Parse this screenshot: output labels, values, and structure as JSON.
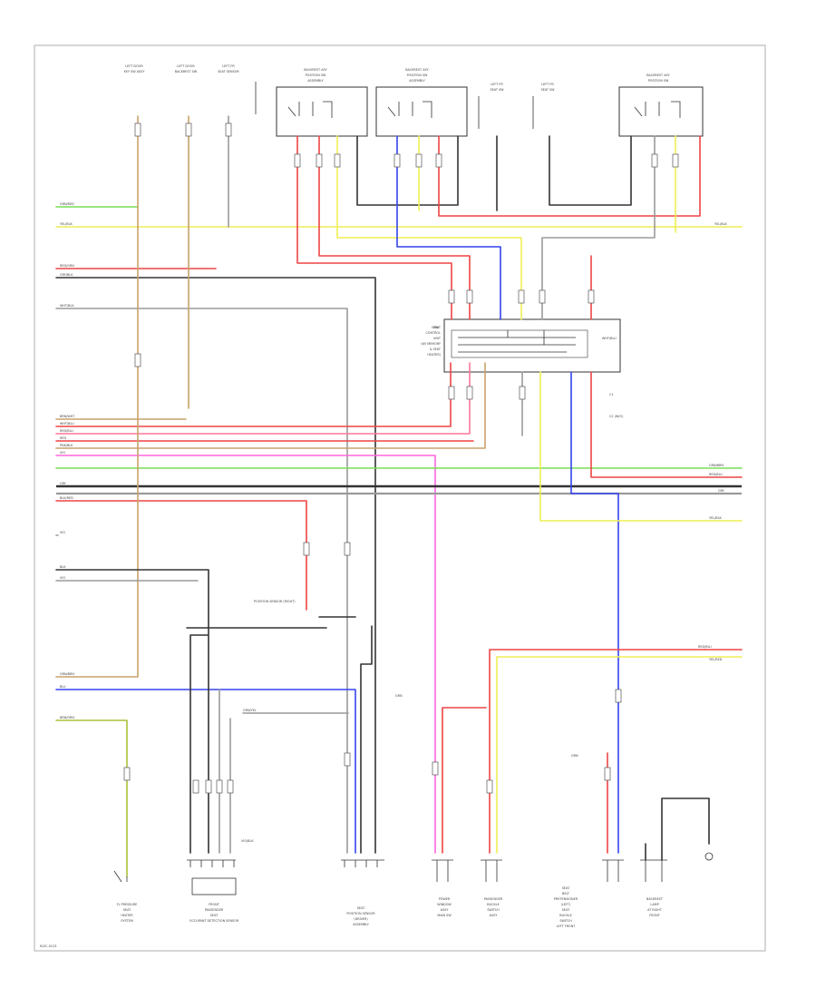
{
  "diagram": {
    "page_ref": "ELEC-0123",
    "colors": {
      "red": "#ee4444",
      "pink": "#ff7799",
      "green": "#77dd55",
      "yellow": "#eeee55",
      "tan": "#c8a26a",
      "gray": "#9a9a9a",
      "dark": "#333333",
      "blue": "#3344ee",
      "magenta": "#ff66dd",
      "olive": "#a8c23a"
    },
    "top_components": [
      {
        "id": "c1",
        "lines": [
          "LEFT DOOR",
          "KEY SW ASSY"
        ]
      },
      {
        "id": "c2",
        "lines": [
          "LEFT DOOR",
          "BACKREST SW"
        ]
      },
      {
        "id": "c3",
        "lines": [
          "LEFT FR",
          "SEAT SENSOR"
        ]
      },
      {
        "id": "c4",
        "lines": [
          "BACKREST ASY",
          "POSITION SW",
          "ASSEMBLY"
        ]
      },
      {
        "id": "c5",
        "lines": [
          "BACKREST ASY",
          "POSITION SW",
          "ASSEMBLY"
        ]
      },
      {
        "id": "c6",
        "lines": [
          "LEFT FR",
          "SEAT SW"
        ]
      },
      {
        "id": "c7",
        "lines": [
          "LEFT FR",
          "SEAT SW"
        ]
      },
      {
        "id": "c8",
        "lines": [
          "BACKREST ASY",
          "POSITION SW"
        ]
      }
    ],
    "left_labels": [
      {
        "id": "l1",
        "text": "GRN/RED"
      },
      {
        "id": "l2",
        "text": "YEL/BLK"
      },
      {
        "id": "l3",
        "text": "RED/GRN"
      },
      {
        "id": "l4",
        "text": "GRY/BLK"
      },
      {
        "id": "l5",
        "text": "WHT/BLK"
      },
      {
        "id": "l6",
        "text": "BRN/WHT"
      },
      {
        "id": "l7",
        "text": "WHT/BLU"
      },
      {
        "id": "l8",
        "text": "RED/BLU"
      },
      {
        "id": "l9",
        "text": "RED"
      },
      {
        "id": "l10",
        "text": "PNK/BLK"
      },
      {
        "id": "l11",
        "text": "VIO"
      },
      {
        "id": "l12",
        "text": "GRY"
      },
      {
        "id": "l13",
        "text": "BLK/RED"
      },
      {
        "id": "l14",
        "text": "VIO"
      },
      {
        "id": "l15",
        "text": "BLK"
      },
      {
        "id": "l16",
        "text": "VIO"
      },
      {
        "id": "l17",
        "text": "GRN/BRN"
      },
      {
        "id": "l18",
        "text": "BLU"
      },
      {
        "id": "l19",
        "text": "BRN/GRN"
      }
    ],
    "right_labels": [
      {
        "id": "r1",
        "text": "YEL/BLK"
      },
      {
        "id": "r2",
        "text": "GRN/BRN"
      },
      {
        "id": "r3",
        "text": "RED/BLU"
      },
      {
        "id": "r4",
        "text": "GRY"
      },
      {
        "id": "r5",
        "text": "YEL/BLK"
      },
      {
        "id": "r6",
        "text": "RED/BLU"
      },
      {
        "id": "r7",
        "text": "YEL/RED"
      }
    ],
    "central_module": {
      "lines": [
        "SEAT",
        "CONTROL",
        "UNIT",
        "(W/ MEMORY",
        "& SEAT",
        "HEATER)"
      ]
    },
    "junction_notes": [
      {
        "id": "j1",
        "text": "C1"
      },
      {
        "id": "j2",
        "text": "C2 (W/O)"
      },
      {
        "id": "j3",
        "text": "GRN"
      }
    ],
    "bottom_components": [
      {
        "id": "b1",
        "lines": [
          "FL PRESSURE",
          "SEAT",
          "HEATER",
          "SYSTEM"
        ]
      },
      {
        "id": "b2",
        "lines": [
          "FRONT",
          "PASSENGER",
          "SEAT",
          "OCCUPANT DETECTION SENSOR"
        ]
      },
      {
        "id": "b3",
        "lines": [
          "SEAT",
          "POSITION SENSOR",
          "(DRIVER)",
          "ASSEMBLY"
        ]
      },
      {
        "id": "b4",
        "lines": [
          "POWER",
          "WINDOW",
          "ASSY",
          "MAIN SW"
        ]
      },
      {
        "id": "b5",
        "lines": [
          "PASSENGER",
          "BUCKLE",
          "SWITCH",
          "ASSY"
        ]
      },
      {
        "id": "b6",
        "lines": [
          "SEAT",
          "BELT",
          "PRETENSIONER",
          "(LEFT)",
          "SEAT",
          "BUCKLE",
          "SWITCH",
          "LEFT FRONT"
        ]
      },
      {
        "id": "b7",
        "lines": [
          "BACKREST",
          "LAMP",
          "AT RIGHT",
          "FRONT"
        ]
      }
    ],
    "mid_notes": [
      {
        "id": "m1",
        "text": "POSITION SENSOR (RIGHT)"
      },
      {
        "id": "m2",
        "text": "GRN/YEL"
      },
      {
        "id": "m3",
        "text": "VIO/BLK"
      },
      {
        "id": "m4",
        "text": "GRN"
      },
      {
        "id": "m5",
        "text": "GRN"
      },
      {
        "id": "m6",
        "text": "WHT/BLU"
      }
    ]
  }
}
